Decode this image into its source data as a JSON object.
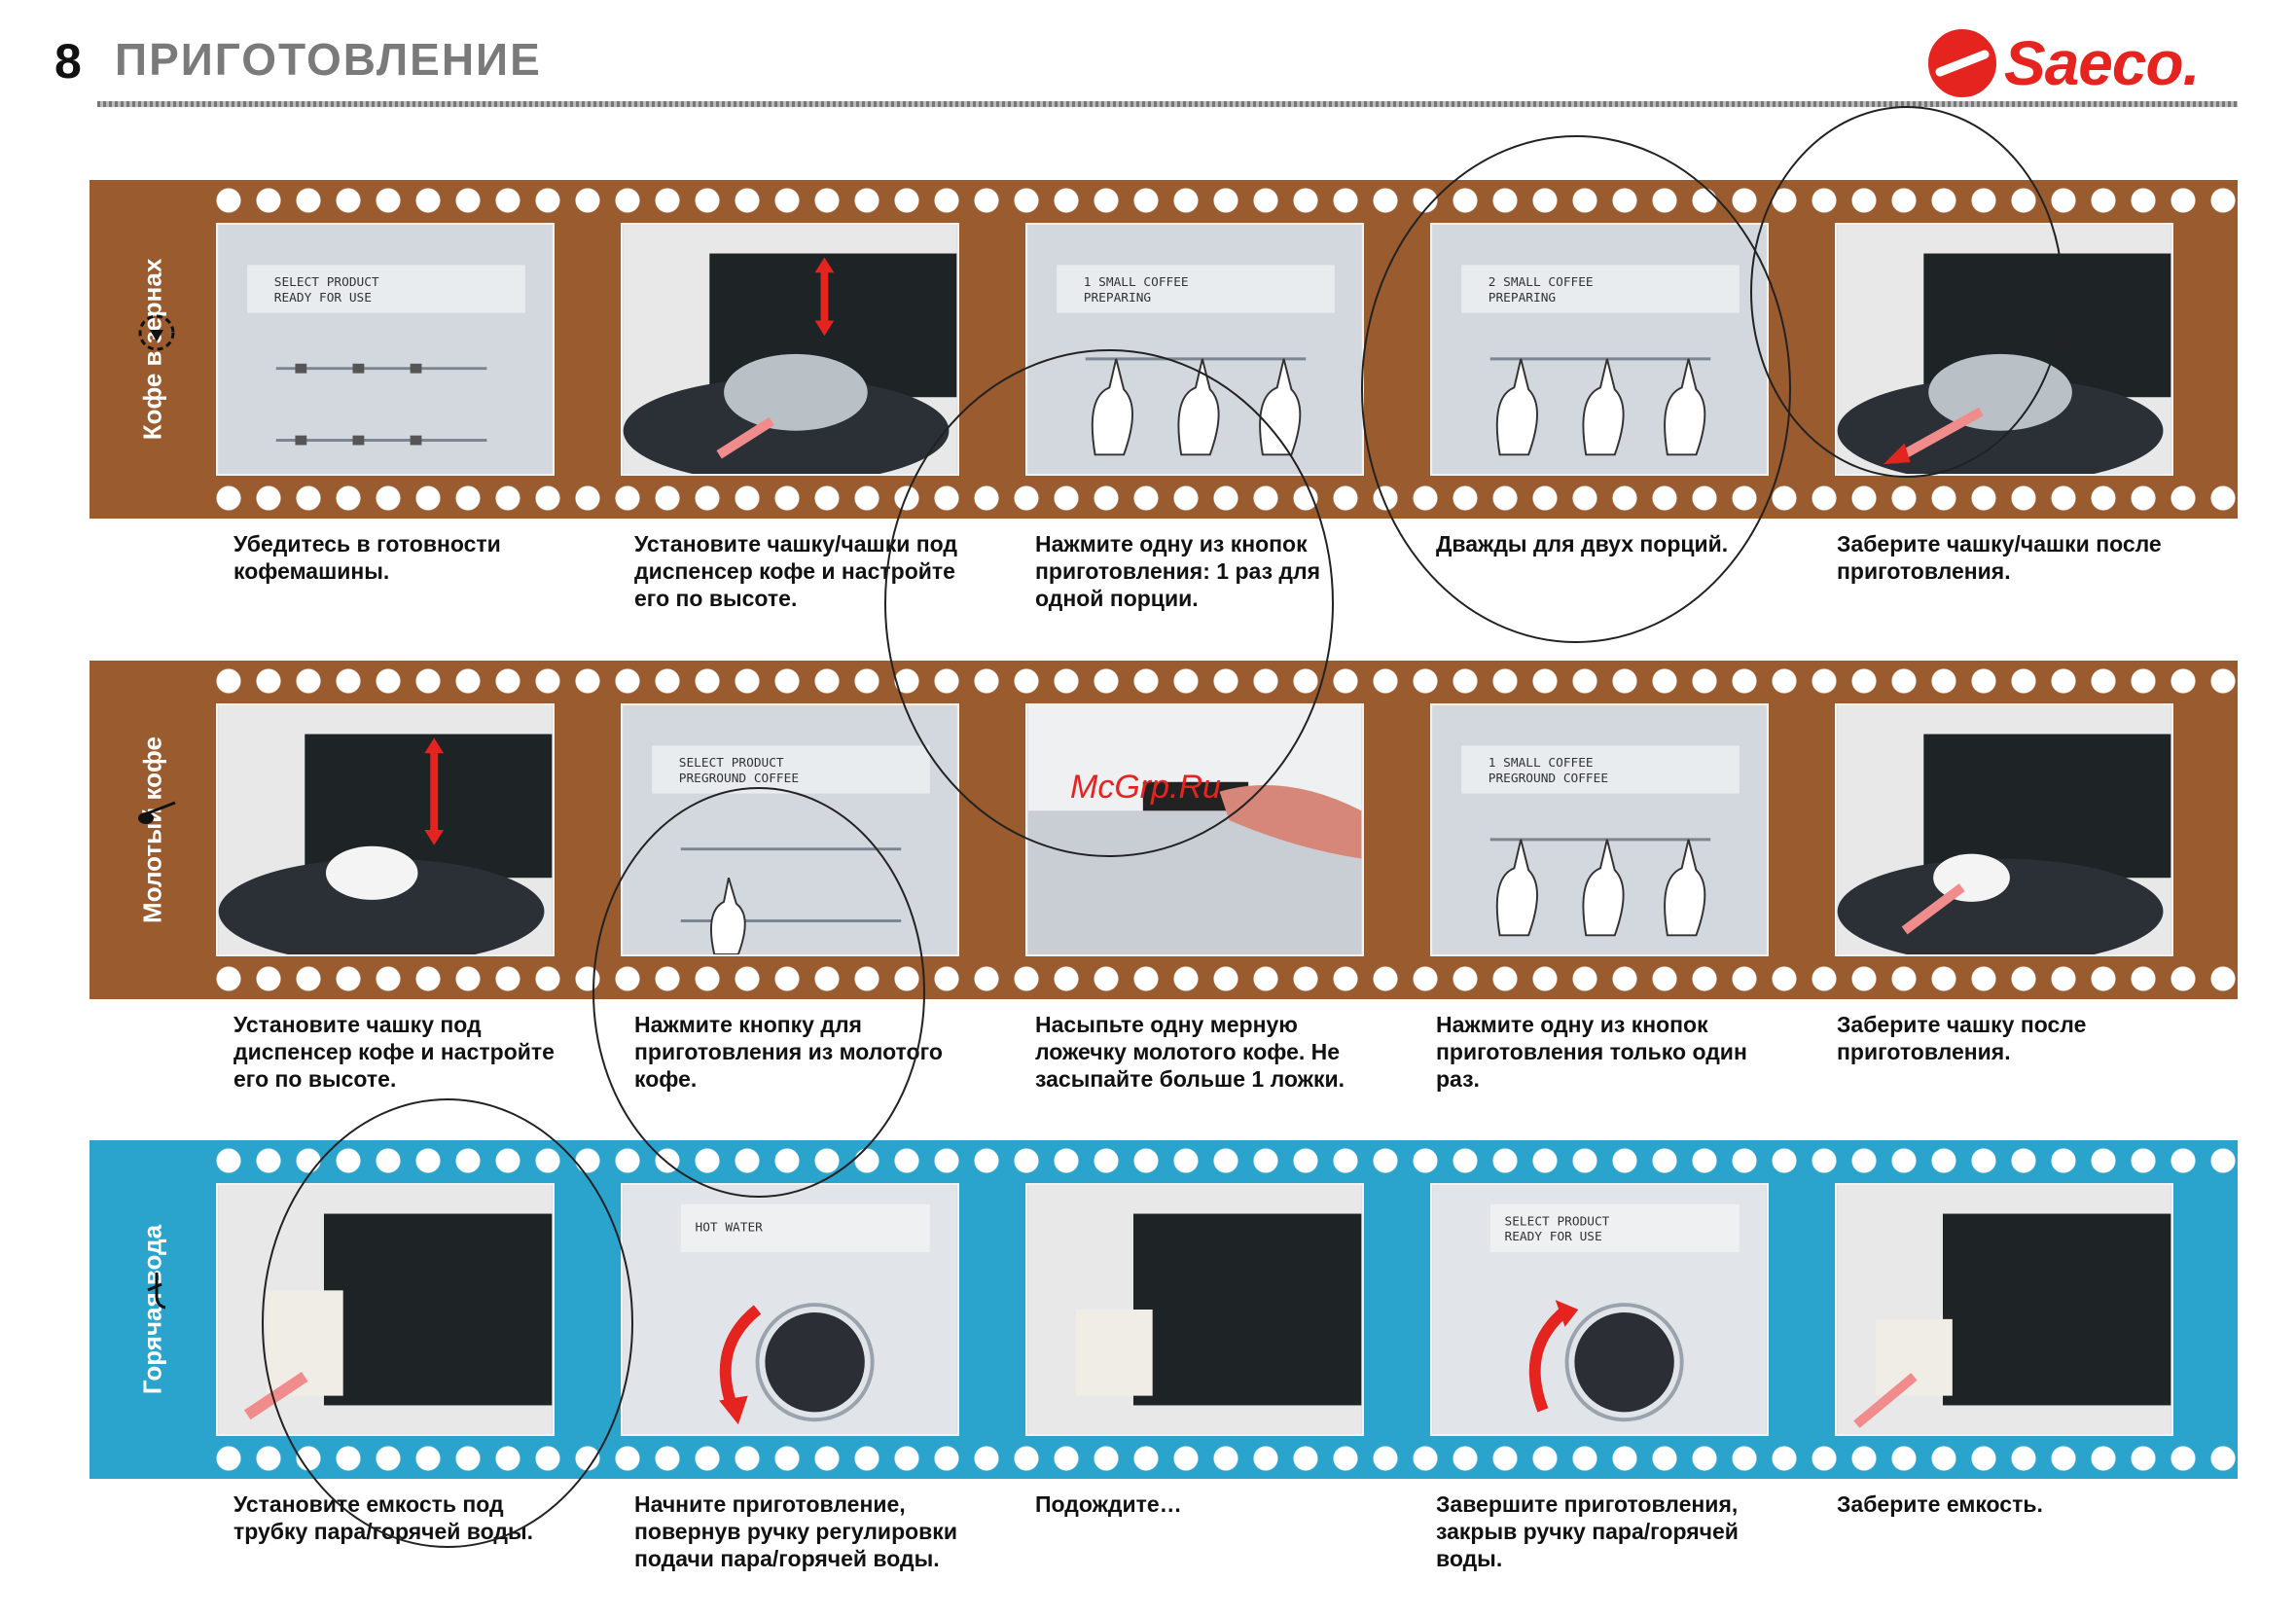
{
  "header": {
    "page_number": "8",
    "title": "ПРИГОТОВЛЕНИЕ",
    "brand": "Saeco."
  },
  "watermark": "McGrp.Ru",
  "colors": {
    "brown": "#9a5b2e",
    "blue": "#2ba4cd",
    "brand": "#e52420"
  },
  "sections": [
    {
      "label": "Кофе в зернах",
      "icon": "coffee-beans-icon",
      "captions": [
        "Убедитесь в готовности кофемашины.",
        "Установите чашку/чашки под диспенсер кофе и настройте его по высоте.",
        "Нажмите одну из кнопок приготовления: 1 раз для одной порции.",
        "Дважды для двух порций.",
        "Заберите чашку/чашки после приготовления."
      ],
      "displays": {
        "f1_line1": "SELECT PRODUCT",
        "f1_line2": "READY FOR USE",
        "f3_line1": "1 SMALL COFFEE",
        "f3_line2": "PREPARING",
        "f4_line1": "2 SMALL COFFEE",
        "f4_line2": "PREPARING"
      }
    },
    {
      "label": "Молотый кофе",
      "icon": "ground-coffee-scoop-icon",
      "captions": [
        "Установите чашку под диспенсер кофе и настройте его по высоте.",
        "Нажмите кнопку для приготовления из молотого кофе.",
        "Насыпьте одну мерную ложечку молотого кофе. Не засыпайте больше 1 ложки.",
        "Нажмите одну из кнопок приготовления только один раз.",
        "Заберите чашку после приготовления."
      ],
      "displays": {
        "f2_line1": "SELECT PRODUCT",
        "f2_line2": "PREGROUND COFFEE",
        "f4_line1": "1 SMALL COFFEE",
        "f4_line2": "PREGROUND COFFEE"
      }
    },
    {
      "label": "Горячая вода",
      "icon": "hot-water-wand-icon",
      "captions": [
        "Установите емкость под трубку пара/горячей воды.",
        "Начните приготовление, повернув ручку регулировки подачи пара/горячей воды.",
        "Подождите…",
        "Завершите приготовления, закрыв ручку пара/горячей воды.",
        "Заберите емкость."
      ],
      "displays": {
        "f2_line1": "HOT WATER",
        "f4_line1": "SELECT PRODUCT",
        "f4_line2": "READY FOR USE"
      }
    }
  ]
}
